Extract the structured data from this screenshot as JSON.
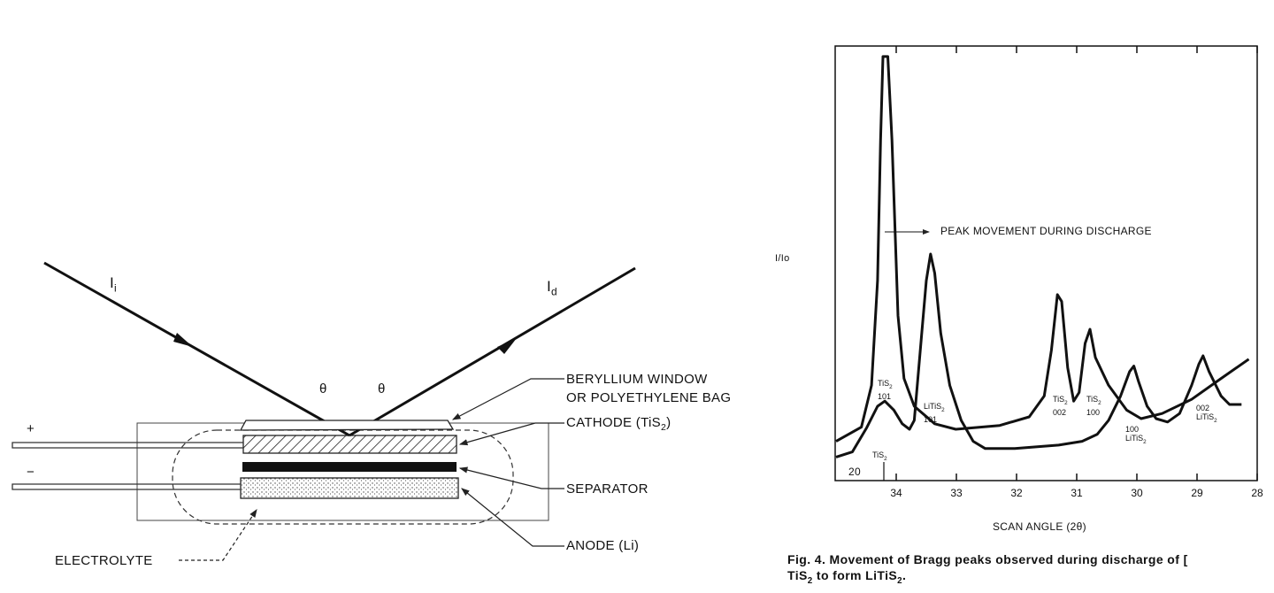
{
  "diagram": {
    "incident_beam_label": "I",
    "incident_beam_sub": "i",
    "diffracted_beam_label": "I",
    "diffracted_beam_sub": "d",
    "theta_left": "θ",
    "theta_right": "θ",
    "plus_terminal": "+",
    "minus_terminal": "−",
    "labels": {
      "window_line1": "BERYLLIUM WINDOW",
      "window_line2": "OR POLYETHYLENE BAG",
      "cathode": "CATHODE (TiS",
      "cathode_sub": "2",
      "cathode_end": ")",
      "separator": "SEPARATOR",
      "anode": "ANODE (Li)",
      "electrolyte": "ELECTROLYTE"
    }
  },
  "chart_data": {
    "type": "line",
    "title": "",
    "xlabel": "SCAN ANGLE (2θ)",
    "ylabel": "I/Io",
    "xlim": [
      35,
      28
    ],
    "ylim": [
      0,
      100
    ],
    "x_ticks": [
      "34",
      "33",
      "32",
      "31",
      "30",
      "29",
      "28"
    ],
    "grid": false,
    "annotation": "PEAK MOVEMENT DURING DISCHARGE",
    "corner_label": "20",
    "marker_label": "TiS",
    "marker_label_sub": "2",
    "series": [
      {
        "name": "TiS2",
        "x": [
          35.0,
          34.58,
          34.41,
          34.31,
          34.26,
          34.22,
          34.14,
          34.07,
          33.97,
          33.87,
          33.7,
          33.36,
          33.01,
          32.28,
          31.79,
          31.54,
          31.42,
          31.32,
          31.25,
          31.15,
          31.05,
          30.96,
          30.86,
          30.78,
          30.69,
          30.47,
          30.17,
          29.93,
          29.58,
          29.09,
          28.6,
          28.14
        ],
        "y": [
          9.2,
          12.5,
          22.3,
          46.8,
          79.6,
          99.2,
          99.2,
          79.6,
          38.6,
          23.9,
          17.4,
          13.3,
          12.0,
          12.9,
          14.9,
          19.8,
          30.5,
          43.5,
          41.9,
          26.4,
          18.6,
          20.6,
          32.1,
          35.4,
          28.8,
          22.3,
          16.5,
          14.5,
          15.7,
          19.0,
          23.9,
          28.4
        ]
      },
      {
        "name": "LiTiS2",
        "x": [
          35.0,
          34.73,
          34.49,
          34.31,
          34.19,
          34.04,
          33.9,
          33.78,
          33.7,
          33.6,
          33.5,
          33.43,
          33.36,
          33.26,
          33.11,
          32.92,
          32.72,
          32.52,
          32.03,
          31.3,
          30.91,
          30.66,
          30.47,
          30.27,
          30.12,
          30.05,
          29.97,
          29.83,
          29.68,
          29.49,
          29.29,
          29.09,
          28.97,
          28.9,
          28.8,
          28.6,
          28.46,
          28.26
        ],
        "y": [
          5.5,
          6.7,
          12.4,
          17.4,
          18.6,
          16.5,
          13.3,
          12.0,
          14.1,
          30.5,
          46.8,
          53.0,
          48.5,
          34.5,
          22.3,
          14.1,
          9.2,
          7.5,
          7.5,
          8.3,
          9.2,
          10.8,
          14.1,
          19.8,
          25.5,
          26.8,
          23.1,
          17.4,
          14.5,
          13.7,
          15.7,
          22.3,
          27.2,
          29.2,
          25.5,
          19.8,
          17.8,
          17.8
        ]
      }
    ],
    "peak_labels": [
      {
        "name": "TiS",
        "sub": "2",
        "index": "101"
      },
      {
        "name": "LiTiS",
        "sub": "2",
        "index": "101"
      },
      {
        "name": "TiS",
        "sub": "2",
        "index": "002"
      },
      {
        "name": "TiS",
        "sub": "2",
        "index": "100"
      },
      {
        "name": "LiTiS",
        "sub": "2",
        "index": "100"
      },
      {
        "name": "LiTiS",
        "sub": "2",
        "index": "002"
      }
    ]
  },
  "caption": {
    "line1": "Fig. 4. Movement of Bragg peaks observed during discharge of [",
    "line2_a": "TiS",
    "line2_sub1": "2",
    "line2_b": " to form LiTiS",
    "line2_sub2": "2",
    "line2_c": "."
  }
}
